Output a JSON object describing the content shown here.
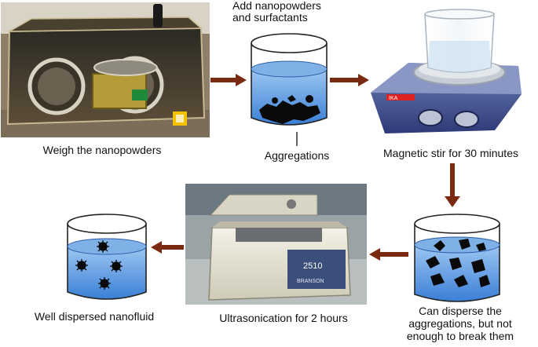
{
  "steps": {
    "weigh": {
      "label": "Weigh the nanopowders"
    },
    "add": {
      "line1": "Add nanopowders",
      "line2": "and surfactants"
    },
    "aggregations": {
      "label": "Aggregations"
    },
    "stir": {
      "label": "Magnetic stir for 30 minutes"
    },
    "disperse": {
      "line1": "Can disperse the",
      "line2": "aggregations, but not",
      "line3": "enough to break them"
    },
    "ultrasonication": {
      "label": "Ultrasonication for 2 hours"
    },
    "well": {
      "label": "Well dispersed nanofluid"
    }
  },
  "devices": {
    "stirrer_brand": "IKA",
    "sonicator_model": "2510",
    "sonicator_brand": "BRANSON"
  },
  "colors": {
    "arrow": "#7a2a10",
    "liquid": "#4f8fdc",
    "particle": "#0a0a0a"
  }
}
